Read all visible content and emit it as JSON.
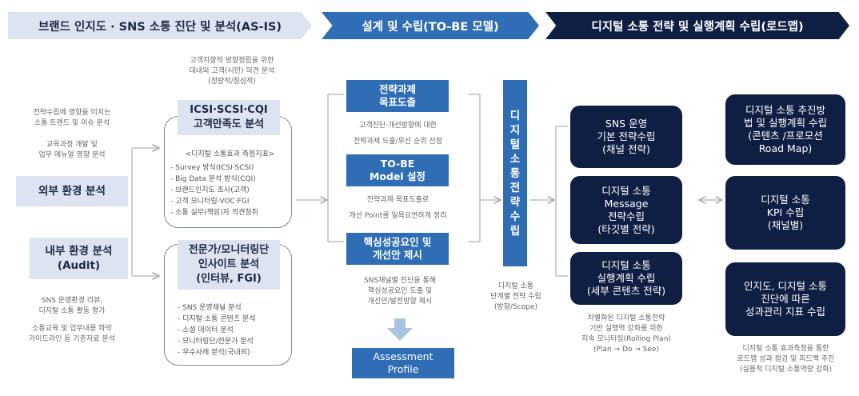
{
  "headers": {
    "as_is": "브랜드 인지도 · SNS 소통 진단 및 분석(AS-IS)",
    "to_be": "설계 및 수립(TO-BE 모델)",
    "roadmap": "디지털 소통 전략 및 실행계획 수립(로드맵)"
  },
  "left": {
    "note_top": [
      "고객지향적 방향정립을 위한",
      "대내외 고객(시민) 의견 분석",
      "(정량적/정성적)"
    ],
    "note_trend": [
      "전략수립에 영향을 미치는",
      "소통 트렌드 및 이슈 분석"
    ],
    "note_edu": [
      "교육과정 개발 및",
      "업무 메뉴얼 영향 분석"
    ],
    "external": "외부 환경 분석",
    "internal": [
      "내부 환경 분석",
      "(Audit)"
    ],
    "note_sns": [
      "SNS 운영환경 리뷰,",
      "디지털 소통 활동 평가"
    ],
    "note_guide": [
      "소통교육 및 업무내용 파악",
      "가이드라인 등 기준자료 분석"
    ],
    "csi_title": [
      "ICSI·SCSI·CQI",
      "고객만족도 분석"
    ],
    "csi_sub": "<디지털 소통효과 측정지표>",
    "csi_items": [
      "- Survey 방식(ICSI·SCSI)",
      "- Big Data 분석 방식(CQI)",
      "- 브랜드인지도 조사(고객)",
      "- 고객 모니터링·VOC·FGI",
      "- 소통 실무(책임)자 의견청취"
    ],
    "expert_title": [
      "전문가/모니터링단",
      "인사이트 분석",
      "(인터뷰, FGI)"
    ],
    "expert_items": [
      "- SNS 운영채널 분석",
      "- 디지털 소통 콘텐츠 분석",
      "- 소셜 데이터 분석",
      "- 모니터링단/전문가 분석",
      "- 우수사례 분석(국내외)"
    ]
  },
  "middle": {
    "box1": [
      "전략과제",
      "목표도출"
    ],
    "note1": [
      "고객진단·개선방향에 대한",
      "전략과제 도출/우선 순위 선정"
    ],
    "box2": [
      "TO-BE",
      "Model 설정"
    ],
    "note2": [
      "전략과제·목표도출로",
      "개선 Point를 일목요연하게 정리"
    ],
    "box3": [
      "핵심성공요인 및",
      "개선안 제시"
    ],
    "note3": [
      "SNS채널별 진단을 통해",
      "핵심성공요인 도출 및",
      "개선안/발전방향 제시"
    ],
    "assessment": [
      "Assessment",
      "Profile"
    ],
    "vbar_chars": [
      "디",
      "지",
      "털",
      "소",
      "통",
      "전",
      "략",
      "수",
      "립"
    ],
    "vbar_note": [
      "디지털 소통",
      "단계별 전략 수립",
      "(방향/Scope)"
    ]
  },
  "right": {
    "box1": [
      "SNS 운영",
      "기본 전략수립",
      "(채널 전략)"
    ],
    "box2": [
      "디지털 소통",
      "Message",
      "전략수립",
      "(타깃별 전략)"
    ],
    "box3": [
      "디지털 소통",
      "실행계획 수립",
      "(세부 콘텐츠 전략)"
    ],
    "note3": [
      "차별화된 디지털 소통전략",
      "기반 실행역 강화를 위한",
      "지속 모니터링(Rolling Plan)",
      "(Plan → Do → See)"
    ],
    "box4": [
      "디지털 소통 추진방",
      "법 및 실행계획 수립",
      "(콘텐츠 /프로모션",
      "Road Map)"
    ],
    "box5": [
      "디지털 소통",
      "KPI 수립",
      "(채널별)"
    ],
    "box6": [
      "인지도, 디지털 소통",
      "진단에 따른",
      "성과관리 지표 수립"
    ],
    "note6": [
      "디지털 소통 효과측정을 통한",
      "로드맵 성과 점검 및 피드백 추진",
      "(실용적 디지털 소통역량 강화)"
    ]
  },
  "colors": {
    "navy": "#0f1f44",
    "blue": "#2f6eb5",
    "light": "#dde3f0"
  }
}
